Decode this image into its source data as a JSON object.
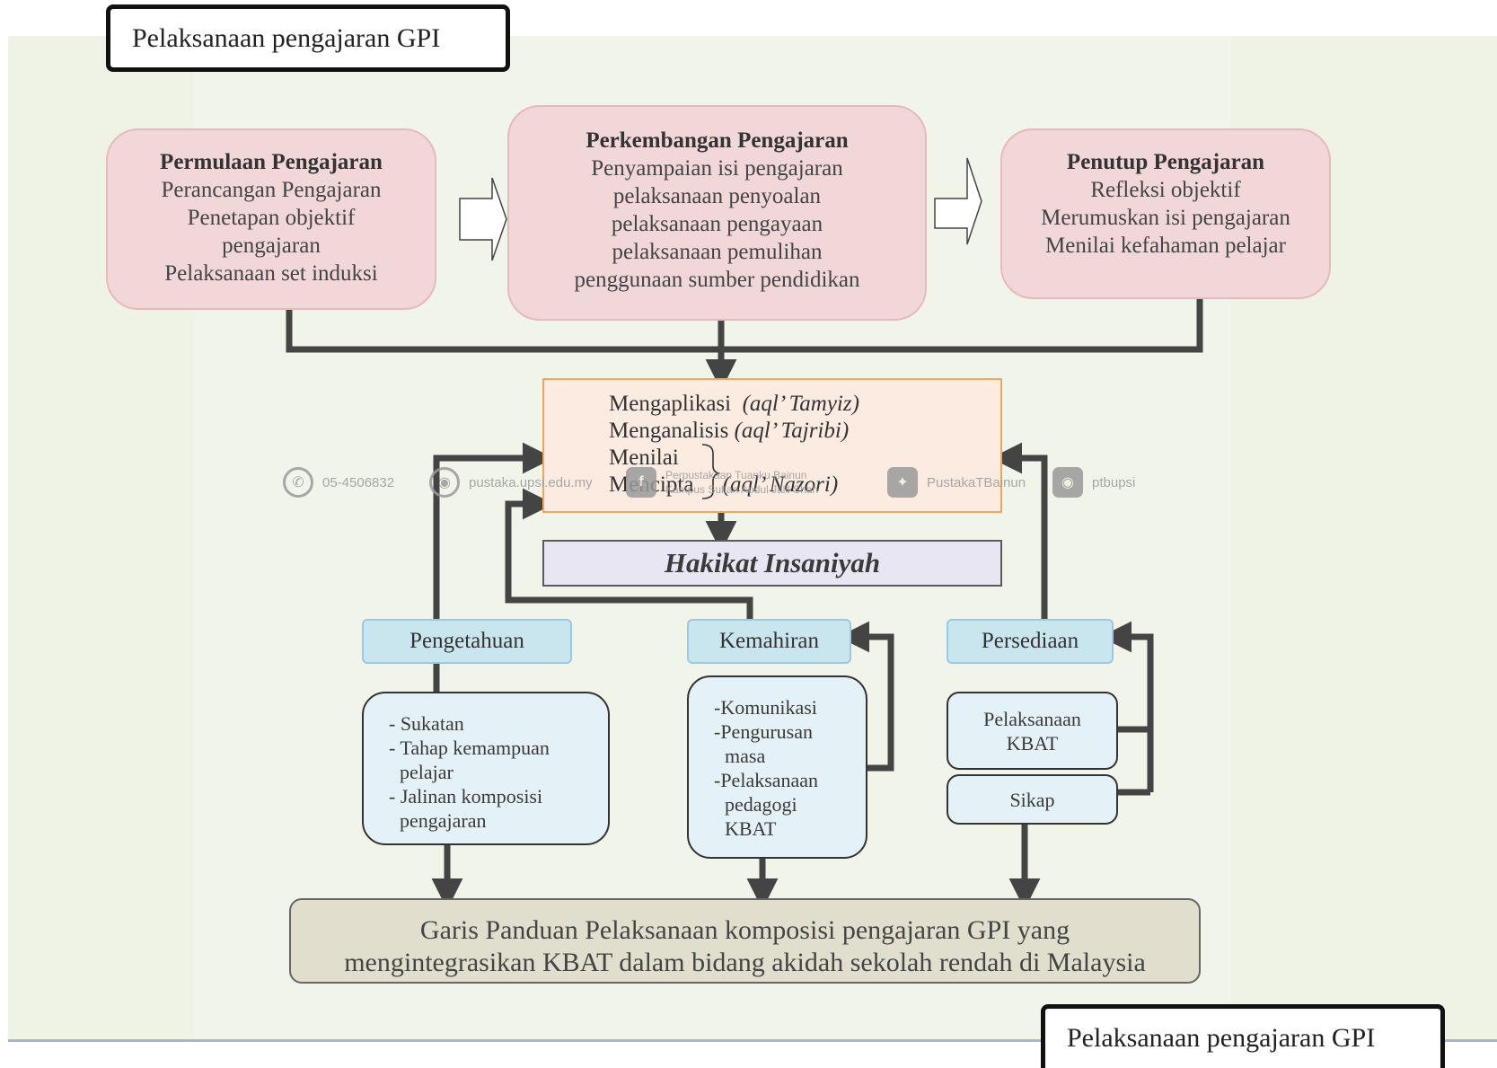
{
  "title_top": "Pelaksanaan pengajaran GPI",
  "title_bottom": "Pelaksanaan pengajaran GPI",
  "phases": {
    "start": {
      "title": "Permulaan Pengajaran",
      "lines": [
        "Perancangan Pengajaran",
        "Penetapan objektif",
        "pengajaran",
        "Pelaksanaan set induksi"
      ]
    },
    "development": {
      "title": "Perkembangan Pengajaran",
      "lines": [
        "Penyampaian isi pengajaran",
        "pelaksanaan penyoalan",
        "pelaksanaan pengayaan",
        "pelaksanaan pemulihan",
        "penggunaan sumber pendidikan"
      ]
    },
    "closing": {
      "title": "Penutup Pengajaran",
      "lines": [
        "Refleksi objektif",
        "Merumuskan isi pengajaran",
        "Menilai kefahaman pelajar"
      ]
    }
  },
  "thinking_levels": [
    {
      "label": "Mengaplikasi",
      "note": "(aql’ Tamyiz)"
    },
    {
      "label": "Menganalisis",
      "note": "(aql’ Tajribi)"
    },
    {
      "label": "Menilai",
      "note": ""
    },
    {
      "label": "Mencipta",
      "note": "(aql’ Nazori)"
    }
  ],
  "hakikat": "Hakikat Insaniyah",
  "components": {
    "knowledge": {
      "label": "Pengetahuan",
      "items": [
        "- Sukatan",
        "- Tahap kemampuan",
        "  pelajar",
        "- Jalinan komposisi",
        "  pengajaran"
      ]
    },
    "skill": {
      "label": "Kemahiran",
      "items": [
        "-Komunikasi",
        "-Pengurusan",
        "  masa",
        "-Pelaksanaan",
        "  pedagogi",
        "  KBAT"
      ]
    },
    "readiness": {
      "label": "Persediaan",
      "sub1": [
        "Pelaksanaan",
        "KBAT"
      ],
      "sub2": "Sikap"
    }
  },
  "final": [
    "Garis Panduan Pelaksanaan komposisi pengajaran GPI yang",
    "mengintegrasikan KBAT dalam bidang akidah sekolah rendah di Malaysia"
  ],
  "watermark": {
    "phone": "05-4506832",
    "web": "pustaka.upsi.edu.my",
    "library_1": "Perpustakaan Tuanku Bainun",
    "library_2": "Kampus Sultan Abdul Jalil Shah",
    "twitter": "PustakaTBainun",
    "instagram": "ptbupsi"
  }
}
